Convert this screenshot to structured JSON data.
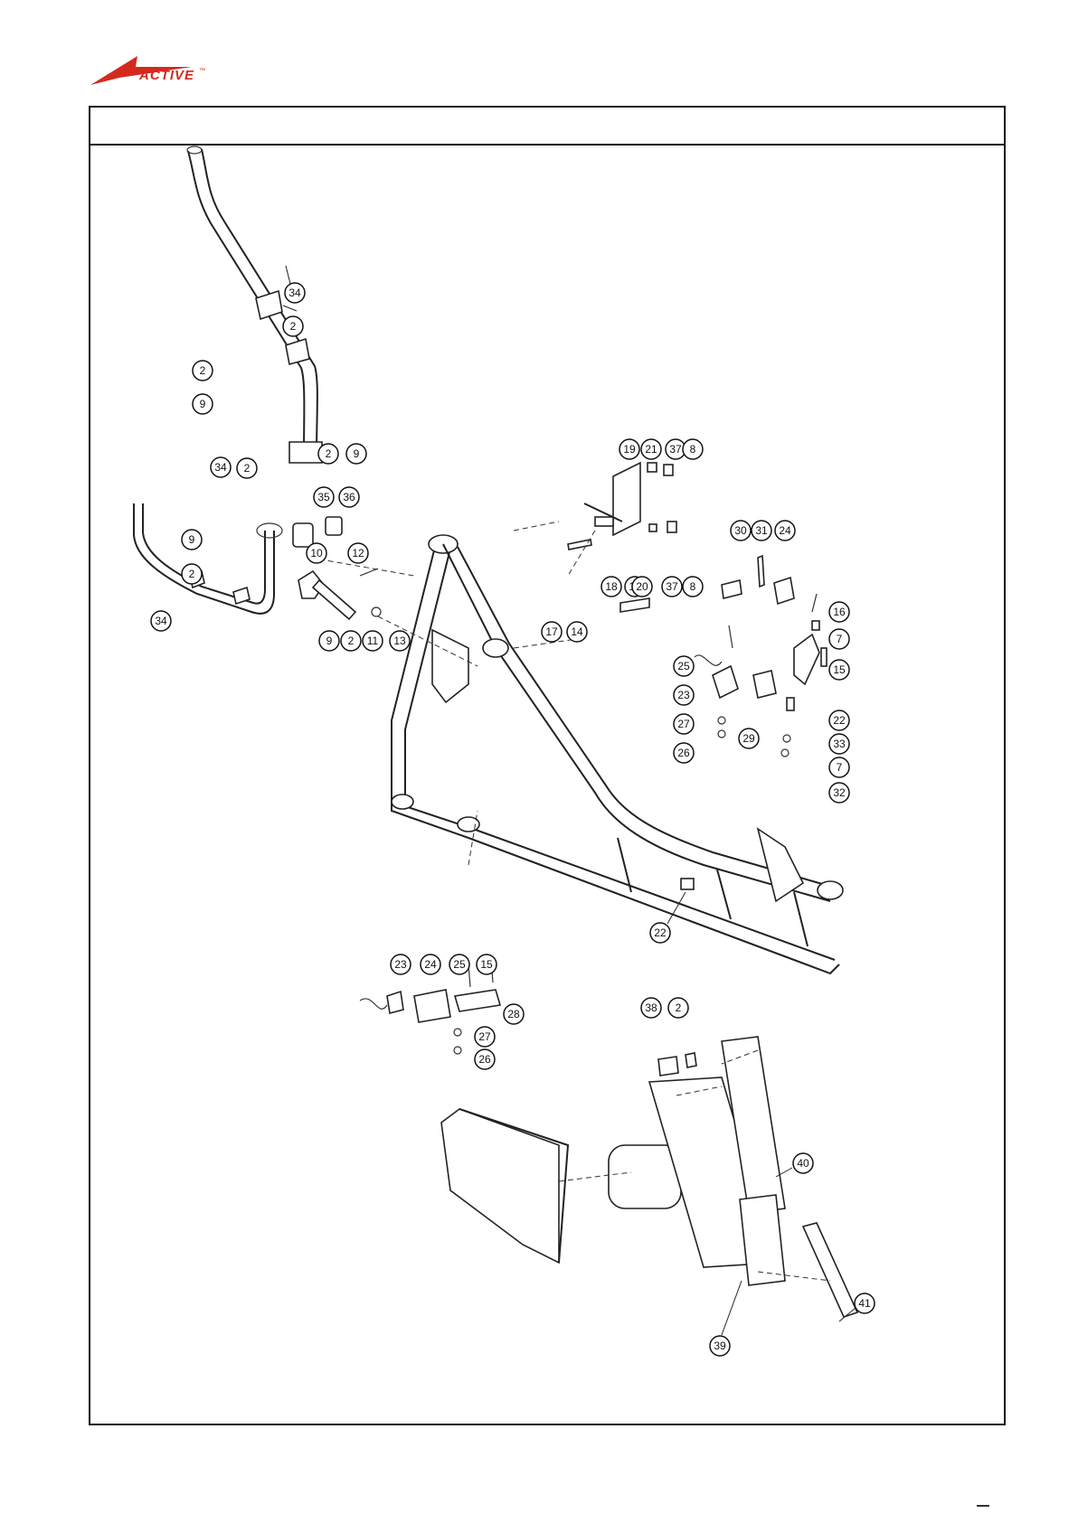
{
  "brand": {
    "logo_text": "ACTIVE",
    "trademark": "™",
    "accent": "#d42a1e"
  },
  "header": {
    "title": ""
  },
  "colors": {
    "line": "#222222",
    "background": "#ffffff"
  },
  "callouts": [
    "34",
    "2",
    "9",
    "2",
    "34",
    "2",
    "2",
    "9",
    "35",
    "36",
    "9",
    "2",
    "34",
    "10",
    "12",
    "9",
    "2",
    "11",
    "13",
    "17",
    "14",
    "19",
    "21",
    "37",
    "8",
    "18",
    "19",
    "37",
    "8",
    "20",
    "30",
    "31",
    "24",
    "16",
    "7",
    "15",
    "25",
    "23",
    "27",
    "26",
    "29",
    "22",
    "33",
    "7",
    "32",
    "22",
    "23",
    "24",
    "25",
    "15",
    "28",
    "27",
    "26",
    "38",
    "2",
    "40",
    "41",
    "39"
  ]
}
